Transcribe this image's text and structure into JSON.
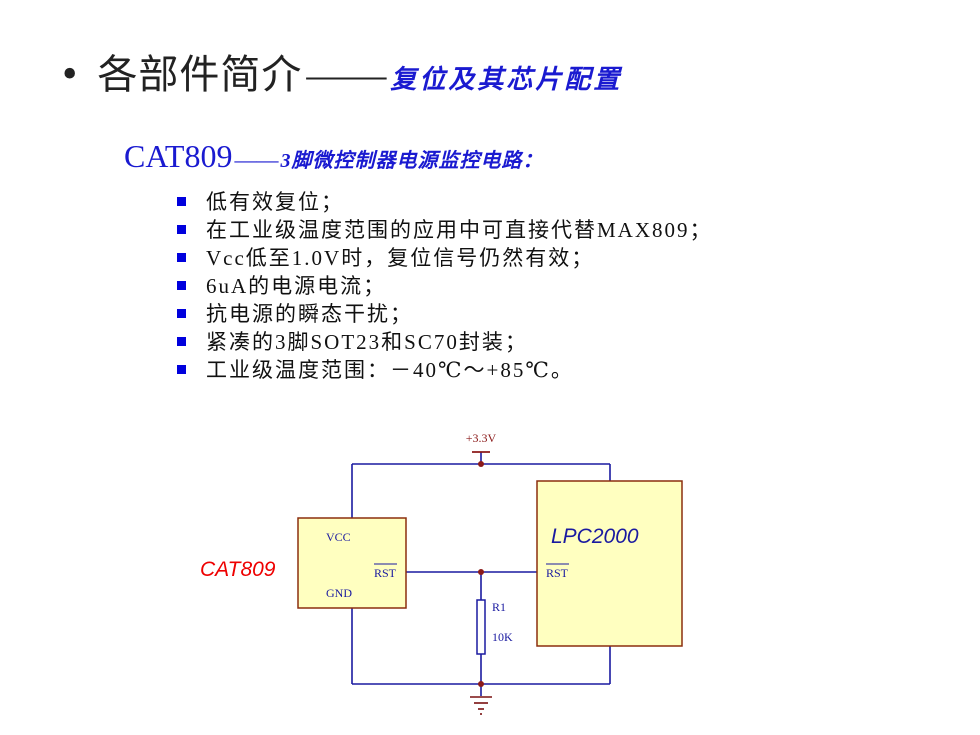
{
  "slide": {
    "bullet": "•",
    "title_main": "各部件简介",
    "title_dash": "——",
    "title_sub": "复位及其芯片配置"
  },
  "chip": {
    "name": "CAT809",
    "dash": "——",
    "description": "3脚微控制器电源监控电路："
  },
  "features": [
    "低有效复位；",
    "在工业级温度范围的应用中可直接代替MAX809；",
    "Vcc低至1.0V时，复位信号仍然有效；",
    "6uA的电源电流；",
    "抗电源的瞬态干扰；",
    "紧凑的3脚SOT23和SC70封装；",
    "工业级温度范围：－40℃～+85℃。"
  ],
  "schematic": {
    "supply_label": "+3.3V",
    "u1_name": "CAT809",
    "u1_pin_vcc": "VCC",
    "u1_pin_gnd": "GND",
    "u1_pin_rst": "RST",
    "u2_name": "LPC2000",
    "u2_pin_rst": "RST",
    "r1_ref": "R1",
    "r1_value": "10K",
    "colors": {
      "wire": "#1a1aa0",
      "junction": "#8b1a1a",
      "ground": "#7a1010",
      "chip_fill": "#ffffc0",
      "chip_border": "#8b2e0e",
      "resistor": "#1a1aa0",
      "u1_label": "#ee0000",
      "u2_label": "#1a1aa0"
    }
  }
}
